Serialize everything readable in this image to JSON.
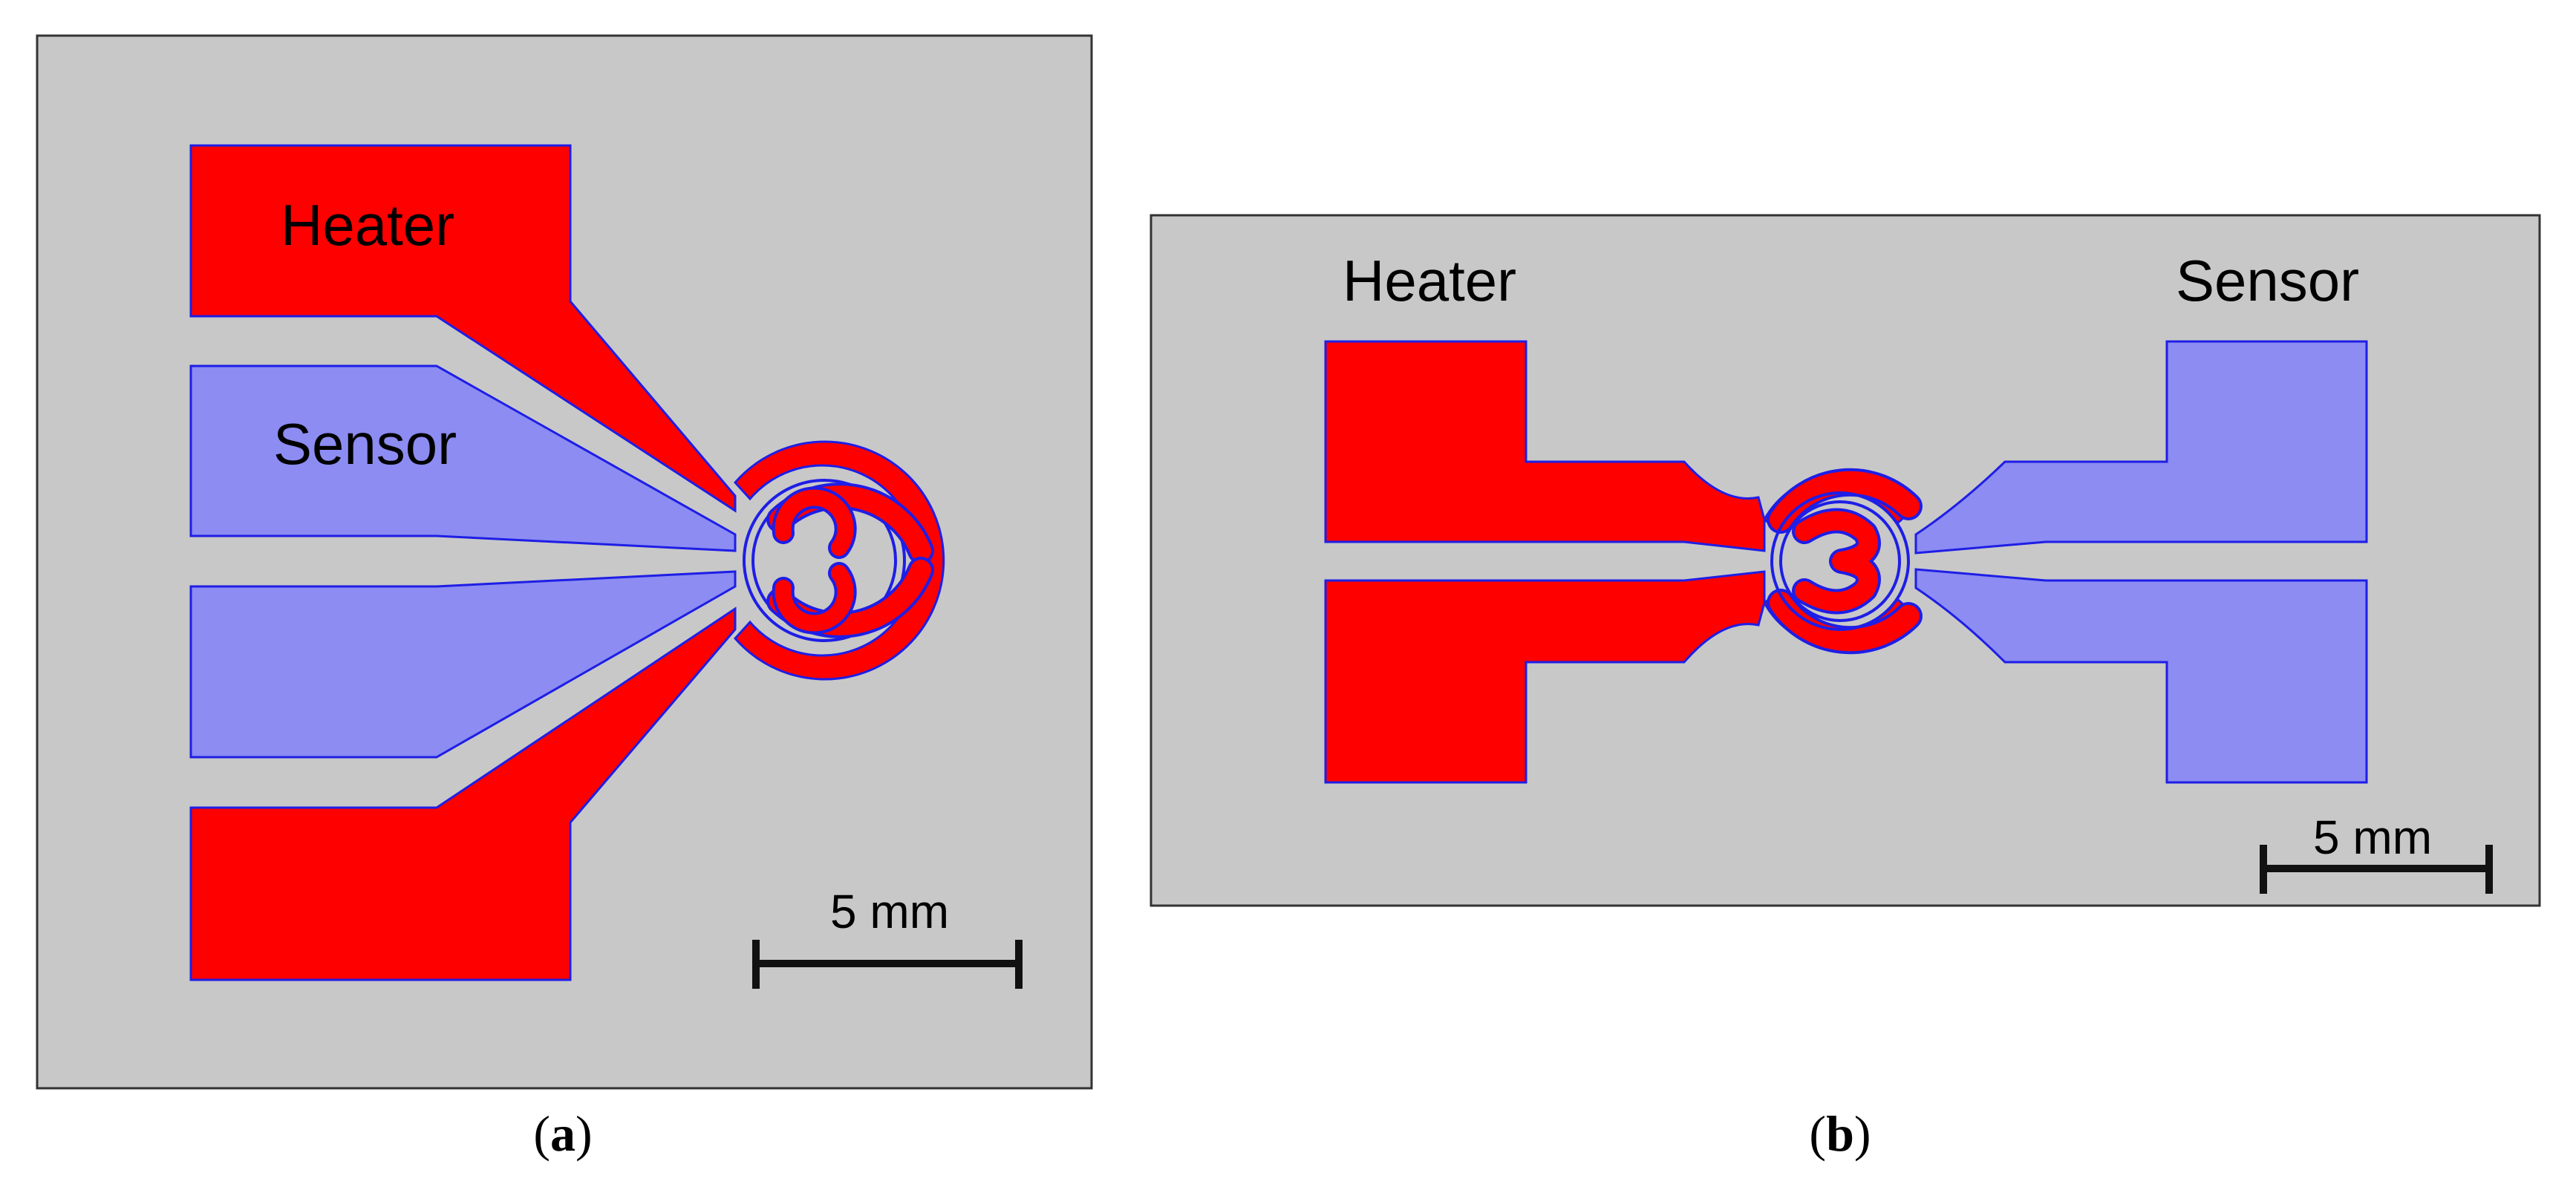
{
  "panel_a": {
    "heater_label": "Heater",
    "sensor_label": "Sensor",
    "scale_label": "5 mm",
    "caption_open": "(",
    "caption_letter": "a",
    "caption_close": ")"
  },
  "panel_b": {
    "heater_label": "Heater",
    "sensor_label": "Sensor",
    "scale_label": "5 mm",
    "caption_open": "(",
    "caption_letter": "b",
    "caption_close": ")"
  },
  "colors": {
    "substrate": "#c8c8c8",
    "heater": "#ff0000",
    "sensor": "#8c8cf2",
    "outline": "#1e1ee6"
  }
}
